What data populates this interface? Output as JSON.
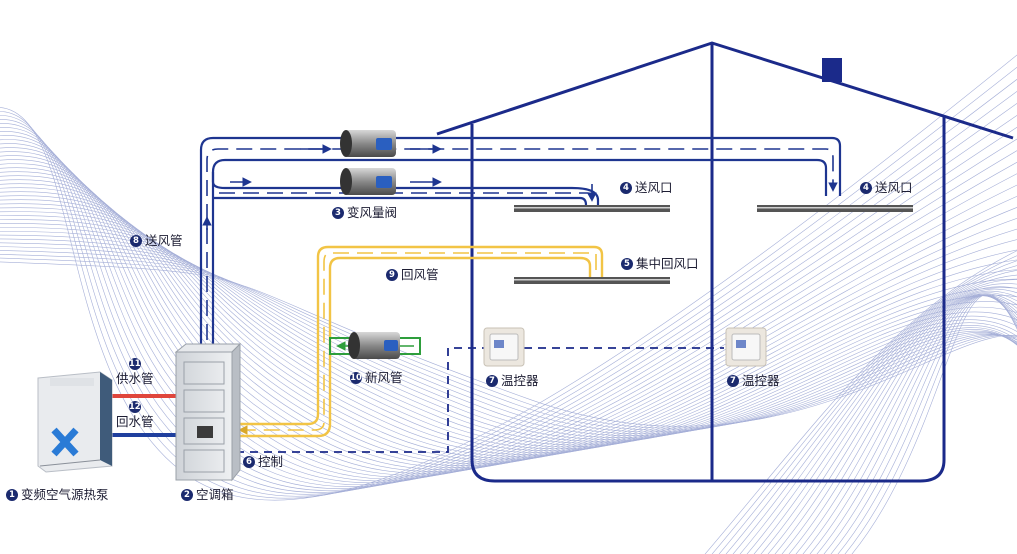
{
  "colors": {
    "house": "#1b2a8a",
    "supply_duct": "#1e3590",
    "return_duct": "#f2c445",
    "fresh_air_duct": "#2e9e3c",
    "supply_water": "#e0463c",
    "return_water": "#1f3f9e",
    "wave": "#3a4fa8",
    "marker": "#1b2a6e"
  },
  "icons": [
    "heat-pump-unit",
    "air-handling-unit",
    "vav-damper",
    "thermostat",
    "linear-diffuser",
    "flow-arrow"
  ],
  "labels": [
    {
      "id": "heat-pump",
      "num": "1",
      "text": "变频空气源热泵"
    },
    {
      "id": "ahu",
      "num": "2",
      "text": "空调箱"
    },
    {
      "id": "vav",
      "num": "3",
      "text": "变风量阀"
    },
    {
      "id": "outlet-1",
      "num": "4",
      "text": "送风口"
    },
    {
      "id": "outlet-2",
      "num": "4",
      "text": "送风口"
    },
    {
      "id": "return-grille",
      "num": "5",
      "text": "集中回风口"
    },
    {
      "id": "control",
      "num": "6",
      "text": "控制"
    },
    {
      "id": "thermostat-1",
      "num": "7",
      "text": "温控器"
    },
    {
      "id": "thermostat-2",
      "num": "7",
      "text": "温控器"
    },
    {
      "id": "supply-duct",
      "num": "8",
      "text": "送风管"
    },
    {
      "id": "return-duct",
      "num": "9",
      "text": "回风管"
    },
    {
      "id": "fresh-air-duct",
      "num": "10",
      "text": "新风管"
    },
    {
      "id": "supply-water",
      "num": "11",
      "text": "供水管"
    },
    {
      "id": "return-water",
      "num": "12",
      "text": "回水管"
    }
  ]
}
